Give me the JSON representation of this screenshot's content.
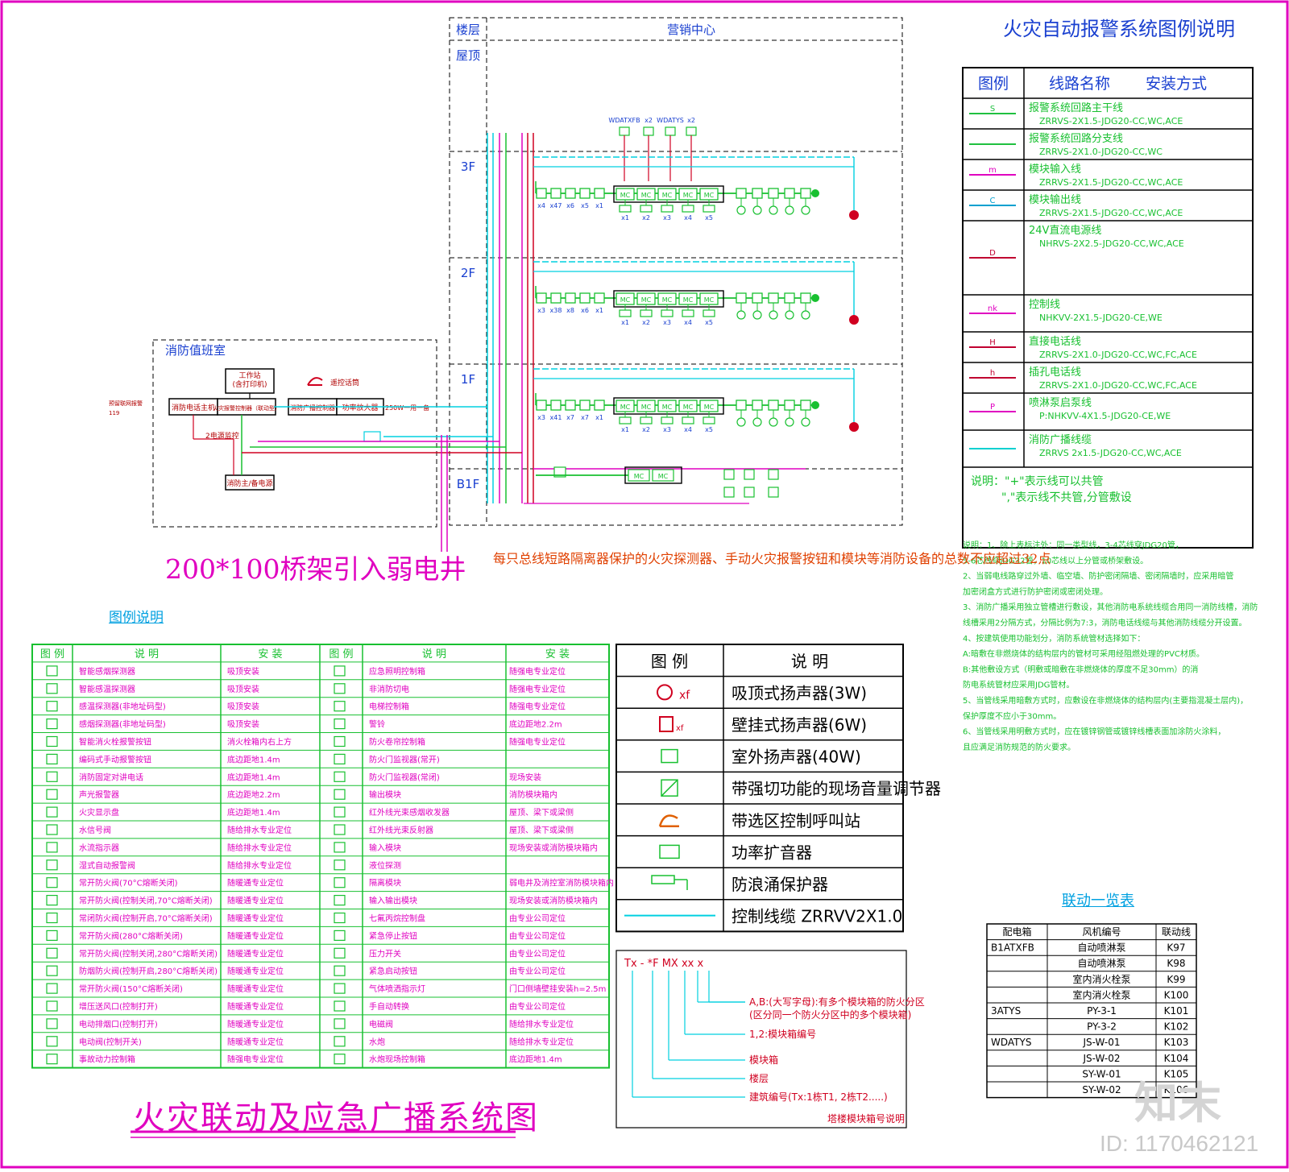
{
  "title": "火灾联动及应急广播系统图",
  "tray_note": "200*100桥架引入弱电井",
  "bus_note": "每只总线短路隔离器保护的火灾探测器、手动火灾报警按钮和模块等消防设备的总数不应超过32点",
  "riser": {
    "floor_header": "楼层",
    "building_header": "营销中心",
    "floors": [
      "屋顶",
      "3F",
      "2F",
      "1F",
      "B1F"
    ],
    "panel_labels": [
      "WDATXFB",
      "x2",
      "WDATYS",
      "x2"
    ]
  },
  "control_room": {
    "title": "消防值班室",
    "workstation": "工作站\n(含打印机)",
    "phone_host": "消防电话主机",
    "alarm_host": "火灾报警控制器（联动型）",
    "broadcast_ctrl": "消防广播控制器",
    "amplifier": "功率放大器",
    "amplifier_note": "250W一用一备",
    "mic": "遥控话筒",
    "power": "消防主/备电源",
    "monitor": "2电源监控",
    "linkage_119": "预留联网报警\n119"
  },
  "legend_top": {
    "title": "火灾自动报警系统图例说明",
    "headers": [
      "图例",
      "线路名称",
      "安装方式"
    ],
    "rows": [
      {
        "sym": "S",
        "color": "#20c040",
        "name": "报警系统回路主干线",
        "spec": "ZRRVS-2X1.5-JDG20-CC,WC,ACE"
      },
      {
        "sym": "",
        "color": "#20c040",
        "name": "报警系统回路分支线",
        "spec": "ZRRVS-2X1.0-JDG20-CC,WC"
      },
      {
        "sym": "m",
        "color": "#e000c0",
        "name": "模块输入线",
        "spec": "ZRRVS-2X1.5-JDG20-CC,WC,ACE"
      },
      {
        "sym": "C",
        "color": "#00a0d0",
        "name": "模块输出线",
        "spec": "ZRRVS-2X1.5-JDG20-CC,WC,ACE"
      },
      {
        "sym": "D",
        "color": "#c00030",
        "name": "24V直流电源线",
        "spec": "NHRVS-2X2.5-JDG20-CC,WC,ACE"
      },
      {
        "sym": "nk",
        "color": "#e000c0",
        "name": "控制线",
        "spec": "NHKVV-2X1.5-JDG20-CE,WE"
      },
      {
        "sym": "H",
        "color": "#c00030",
        "name": "直接电话线",
        "spec": "ZRRVS-2X1.0-JDG20-CC,WC,FC,ACE"
      },
      {
        "sym": "h",
        "color": "#c00030",
        "name": "插孔电话线",
        "spec": "ZRRVS-2X1.0-JDG20-CC,WC,FC,ACE"
      },
      {
        "sym": "P",
        "color": "#e000c0",
        "name": "喷淋泵启泵线",
        "spec": "P:NHKVV-4X1.5-JDG20-CE,WE"
      },
      {
        "sym": "",
        "color": "#00d0d0",
        "name": "消防广播线缆",
        "spec": "ZRRVS 2x1.5-JDG20-CC,WC,ACE"
      }
    ],
    "note_1": "说明：\"+\"表示线可以共管",
    "note_2": "\",\"表示线不共管,分管敷设"
  },
  "notes_right": [
    "说明：1、除上表标注外：同一类型线，3-4芯线穿JDG20管，",
    "   5-6芯线穿JDG32管，10芯线以上分管或桥架敷设。",
    "2、当弱电线路穿过外墙、临空墙、防护密闭隔墙、密闭隔墙时，应采用暗管",
    "   加密闭盒方式进行防护密闭或密闭处理。",
    "3、消防广播采用独立管槽进行敷设，其他消防电系统线缆合用同一消防线槽，消防",
    "   线槽采用2分隔方式，分隔比例为7:3，消防电话线缆与其他消防线缆分开设置。",
    "4、按建筑使用功能划分，消防系统管材选择如下：",
    "   A:暗敷在非燃烧体的结构层内的管材可采用经阻燃处理的PVC材质。",
    "   B:其他敷设方式（明敷或暗敷在非燃烧体的厚度不足30mm）的消",
    "   防电系统管材应采用JDG管材。",
    "5、当管线采用暗敷方式时，应敷设在非燃烧体的结构层内(主要指混凝土层内)，",
    "   保护厚度不应小于30mm。",
    "6、当管线采用明敷方式时，应在镀锌钢管或镀锌线槽表面加涂防火涂料，",
    "   且应满足消防规范的防火要求。"
  ],
  "legend_bottom": {
    "title": "图例说明",
    "headers": [
      "图 例",
      "说 明",
      "安 装",
      "图 例",
      "说 明",
      "安 装"
    ],
    "left": [
      [
        "智能感烟探测器",
        "吸顶安装"
      ],
      [
        "智能感温探测器",
        "吸顶安装"
      ],
      [
        "感温探测器(非地址码型)",
        "吸顶安装"
      ],
      [
        "感烟探测器(非地址码型)",
        "吸顶安装"
      ],
      [
        "智能消火栓报警按钮",
        "消火栓箱内右上方"
      ],
      [
        "编码式手动报警按钮",
        "底边距地1.4m"
      ],
      [
        "消防固定对讲电话",
        "底边距地1.4m"
      ],
      [
        "声光报警器",
        "底边距地2.2m"
      ],
      [
        "火灾显示盘",
        "底边距地1.4m"
      ],
      [
        "水信号阀",
        "随给排水专业定位"
      ],
      [
        "水流指示器",
        "随给排水专业定位"
      ],
      [
        "湿式自动报警阀",
        "随给排水专业定位"
      ],
      [
        "常开防火阀(70°C熔断关闭)",
        "随暖通专业定位"
      ],
      [
        "常开防火阀(控制关闭,70°C熔断关闭)",
        "随暖通专业定位"
      ],
      [
        "常闭防火阀(控制开启,70°C熔断关闭)",
        "随暖通专业定位"
      ],
      [
        "常开防火阀(280°C熔断关闭)",
        "随暖通专业定位"
      ],
      [
        "常开防火阀(控制关闭,280°C熔断关闭)",
        "随暖通专业定位"
      ],
      [
        "防烟防火阀(控制开启,280°C熔断关闭)",
        "随暖通专业定位"
      ],
      [
        "常开防火阀(150°C熔断关闭)",
        "随暖通专业定位"
      ],
      [
        "增压送风口(控制打开)",
        "随暖通专业定位"
      ],
      [
        "电动排烟口(控制打开)",
        "随暖通专业定位"
      ],
      [
        "电动阀(控制开关)",
        "随暖通专业定位"
      ],
      [
        "事故动力控制箱",
        "随强电专业定位"
      ]
    ],
    "right": [
      [
        "应急照明控制箱",
        "随强电专业定位"
      ],
      [
        "非消防切电",
        "随强电专业定位"
      ],
      [
        "电梯控制箱",
        "随强电专业定位"
      ],
      [
        "警铃",
        "底边距地2.2m"
      ],
      [
        "防火卷帘控制箱",
        "随强电专业定位"
      ],
      [
        "防火门监视器(常开)",
        ""
      ],
      [
        "防火门监视器(常闭)",
        "现场安装"
      ],
      [
        "输出模块",
        "消防模块箱内"
      ],
      [
        "红外线光束感烟收发器",
        "屋顶、梁下或梁侧"
      ],
      [
        "红外线光束反射器",
        "屋顶、梁下或梁侧"
      ],
      [
        "输入模块",
        "现场安装或消防模块箱内"
      ],
      [
        "液位探测",
        ""
      ],
      [
        "隔离模块",
        "弱电井及消控室消防模块箱内"
      ],
      [
        "输入输出模块",
        "现场安装或消防模块箱内"
      ],
      [
        "七氟丙烷控制盘",
        "由专业公司定位"
      ],
      [
        "紧急停止按钮",
        "由专业公司定位"
      ],
      [
        "压力开关",
        "由专业公司定位"
      ],
      [
        "紧急启动按钮",
        "由专业公司定位"
      ],
      [
        "气体喷洒指示灯",
        "门口侧墙壁挂安装h=2.5m"
      ],
      [
        "手自动转换",
        "由专业公司定位"
      ],
      [
        "电磁阀",
        "随给排水专业定位"
      ],
      [
        "水炮",
        "随给排水专业定位"
      ],
      [
        "水炮现场控制箱",
        "底边距地1.4m"
      ]
    ]
  },
  "legend_speaker": {
    "headers": [
      "图 例",
      "说 明"
    ],
    "rows": [
      "吸顶式扬声器(3W)",
      "壁挂式扬声器(6W)",
      "室外扬声器(40W)",
      "带强切功能的现场音量调节器",
      "带选区控制呼叫站",
      "功率扩音器",
      "防浪涌保护器",
      "控制线缆 ZRRVV2X1.0"
    ]
  },
  "module_box": {
    "code": "Tx - *F MX  xx  x",
    "items": [
      "A,B:(大写字母):有多个模块箱的防火分区",
      "(区分同一个防火分区中的多个模块箱)",
      "1,2:模块箱编号",
      "模块箱",
      "楼层",
      "建筑编号(Tx:1栋T1, 2栋T2.....)"
    ],
    "caption": "塔楼模块箱号说明"
  },
  "linkage_table": {
    "title": "联动一览表",
    "headers": [
      "配电箱",
      "风机编号",
      "联动线"
    ],
    "rows": [
      [
        "B1ATXFB",
        "自动喷淋泵",
        "K97"
      ],
      [
        "",
        "自动喷淋泵",
        "K98"
      ],
      [
        "",
        "室内消火栓泵",
        "K99"
      ],
      [
        "",
        "室内消火栓泵",
        "K100"
      ],
      [
        "3ATYS",
        "PY-3-1",
        "K101"
      ],
      [
        "",
        "PY-3-2",
        "K102"
      ],
      [
        "WDATYS",
        "JS-W-01",
        "K103"
      ],
      [
        "",
        "JS-W-02",
        "K104"
      ],
      [
        "",
        "SY-W-01",
        "K105"
      ],
      [
        "",
        "SY-W-02",
        "K106"
      ]
    ]
  },
  "watermark": {
    "logo": "知末",
    "id": "ID: 1170462121"
  },
  "colors": {
    "green": "#18c030",
    "magenta": "#e000c0",
    "cyan": "#00d0e0",
    "red": "#d00020",
    "blue": "#1a40d0",
    "dark_red": "#b00000"
  }
}
